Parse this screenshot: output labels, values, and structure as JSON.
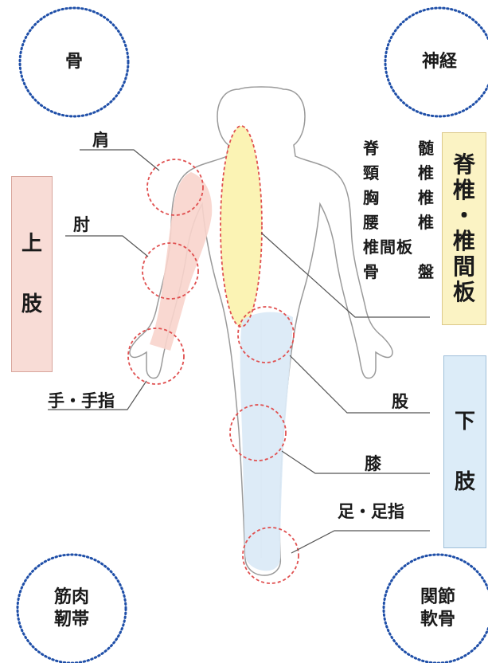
{
  "corners": {
    "top_left": "骨",
    "top_right": "神経",
    "bottom_left_1": "筋肉",
    "bottom_left_2": "靭帯",
    "bottom_right_1": "関節",
    "bottom_right_2": "軟骨"
  },
  "labels": {
    "shoulder": "肩",
    "elbow": "肘",
    "hand": "手・手指",
    "hip": "股",
    "knee": "膝",
    "foot": "足・足指"
  },
  "boxes": {
    "upper_limb": [
      "上",
      "肢"
    ],
    "lower_limb": [
      "下",
      "肢"
    ],
    "spine": [
      "脊",
      "椎",
      "・",
      "椎",
      "間",
      "板"
    ]
  },
  "spine_items": [
    [
      "脊",
      "髄"
    ],
    [
      "頸",
      "椎"
    ],
    [
      "胸",
      "椎"
    ],
    [
      "腰",
      "椎"
    ],
    [
      "椎間板"
    ],
    [
      "骨",
      "盤"
    ]
  ],
  "colors": {
    "circle_border": "#1f4fa8",
    "marker_ring": "#e05050",
    "upper_limb_fill": "#f8dcd6",
    "lower_limb_fill": "#dcecf8",
    "spine_fill": "#fbf3c4"
  }
}
